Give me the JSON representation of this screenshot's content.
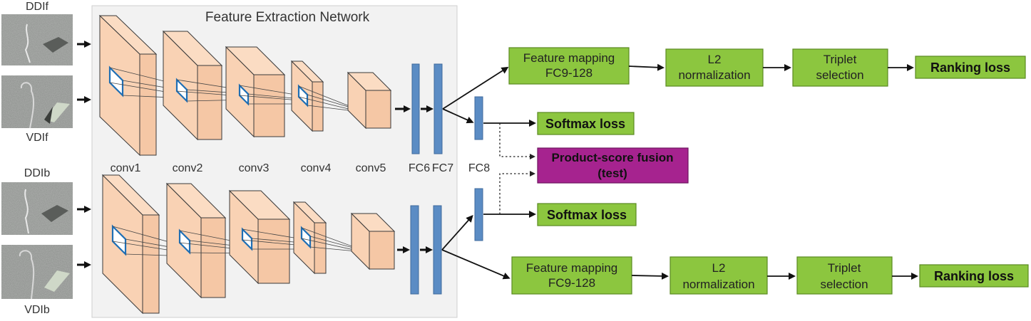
{
  "title": "Feature Extraction Network",
  "inputs": {
    "ddif": "DDIf",
    "vdif": "VDIf",
    "ddib": "DDIb",
    "vdib": "VDIb"
  },
  "layers": {
    "conv1": "conv1",
    "conv2": "conv2",
    "conv3": "conv3",
    "conv4": "conv4",
    "conv5": "conv5",
    "fc6": "FC6",
    "fc7": "FC7",
    "fc8": "FC8"
  },
  "top_branch": {
    "feature_mapping_line1": "Feature mapping",
    "feature_mapping_line2": "FC9-128",
    "l2_line1": "L2",
    "l2_line2": "normalization",
    "triplet_line1": "Triplet",
    "triplet_line2": "selection",
    "ranking_loss": "Ranking loss",
    "softmax_loss": "Softmax loss"
  },
  "fusion": {
    "line1": "Product-score fusion",
    "line2": "(test)"
  },
  "bottom_branch": {
    "feature_mapping_line1": "Feature mapping",
    "feature_mapping_line2": "FC9-128",
    "l2_line1": "L2",
    "l2_line2": "normalization",
    "triplet_line1": "Triplet",
    "triplet_line2": "selection",
    "ranking_loss": "Ranking loss",
    "softmax_loss": "Softmax loss"
  },
  "colors": {
    "loss_box": "#8cc63f",
    "fusion_box": "#a6238f",
    "fc_layer": "#5b8cc4",
    "conv_volume": "#f9d2b4"
  }
}
